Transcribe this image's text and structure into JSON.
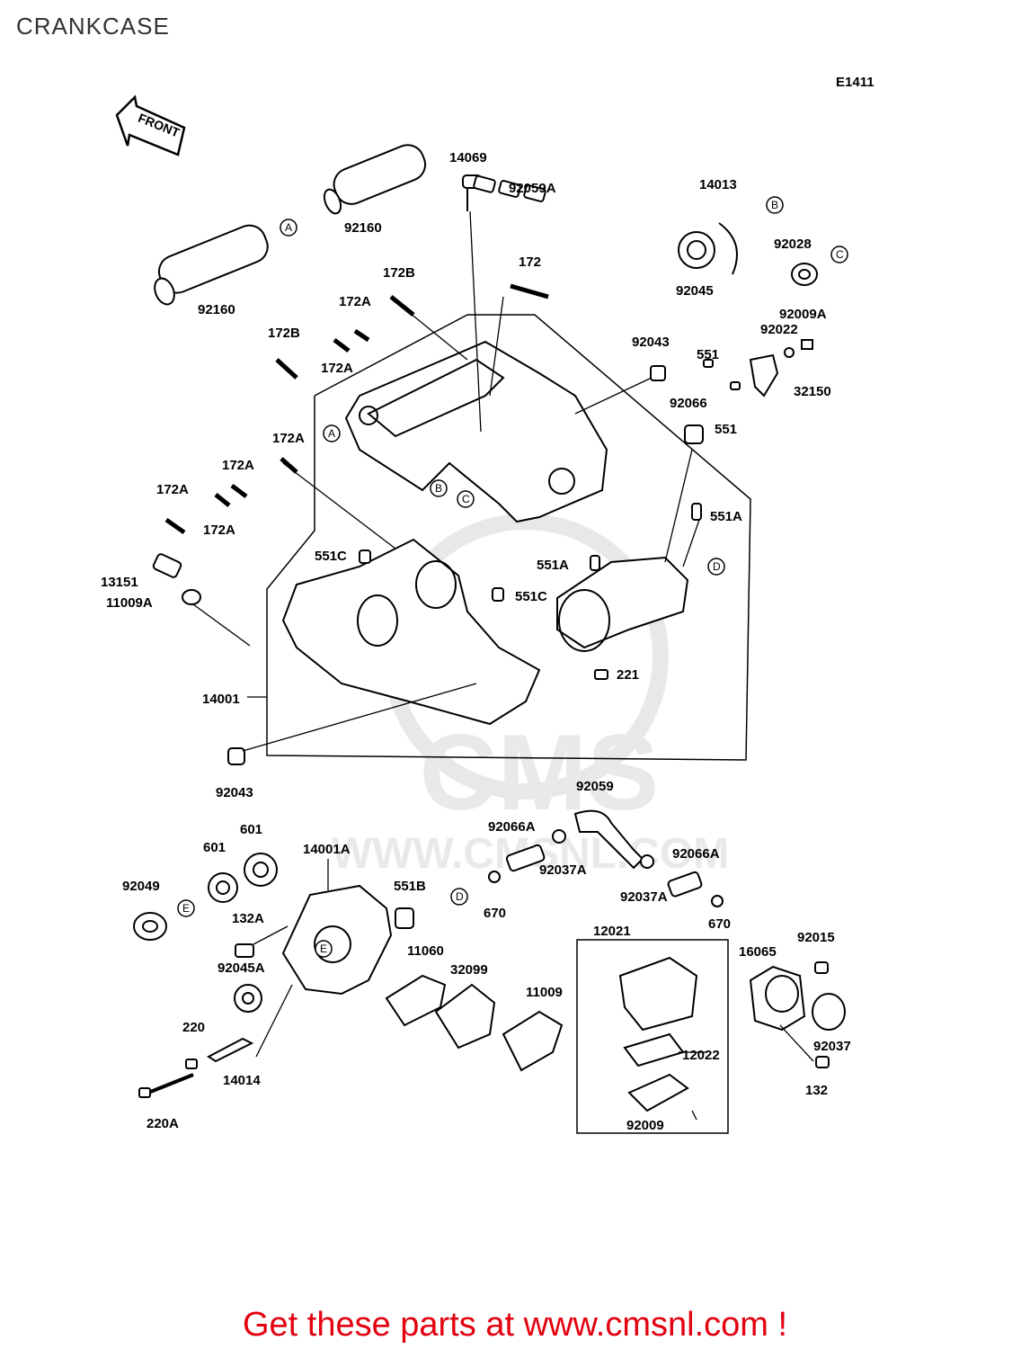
{
  "title": "CRANKCASE",
  "figure_code": "E1411",
  "front_label": "FRONT",
  "watermark": "WWW.CMSNL.COM",
  "watermark_logo": "CMS",
  "reference_circles": [
    "A",
    "B",
    "C",
    "D",
    "E"
  ],
  "part_labels": [
    "14069",
    "92059A",
    "92160",
    "92160",
    "14013",
    "92028",
    "92045",
    "172",
    "172B",
    "172A",
    "172B",
    "172A",
    "92009A",
    "92022",
    "92043",
    "551",
    "32150",
    "92066",
    "551",
    "172A",
    "172A",
    "172A",
    "172A",
    "551A",
    "551C",
    "551A",
    "13151",
    "11009A",
    "551C",
    "221",
    "14001",
    "92043",
    "92059",
    "92066A",
    "601",
    "601",
    "14001A",
    "92049",
    "551B",
    "92037A",
    "92066A",
    "670",
    "92037A",
    "670",
    "132A",
    "92045A",
    "11060",
    "32099",
    "12021",
    "16065",
    "92015",
    "11009",
    "220",
    "14014",
    "12022",
    "92037",
    "132",
    "220A",
    "92009"
  ],
  "footer": {
    "text": "Get these parts at www.cmsnl.com !"
  },
  "colors": {
    "line": "#000000",
    "watermark": "#d0d0d0",
    "footer": "#e3000f"
  }
}
